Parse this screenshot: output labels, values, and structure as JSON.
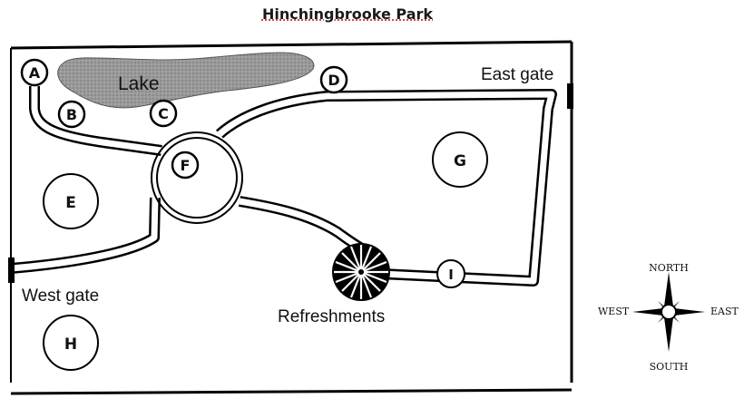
{
  "title": "Hinchingbrooke Park",
  "labels": {
    "lake": "Lake",
    "east_gate": "East gate",
    "west_gate": "West gate",
    "refreshments": "Refreshments"
  },
  "markers": {
    "a": "A",
    "b": "B",
    "c": "C",
    "d": "D",
    "e": "E",
    "f": "F",
    "g": "G",
    "h": "H",
    "i": "I"
  },
  "compass": {
    "north": "NORTH",
    "south": "SOUTH",
    "east": "EAST",
    "west": "WEST"
  }
}
